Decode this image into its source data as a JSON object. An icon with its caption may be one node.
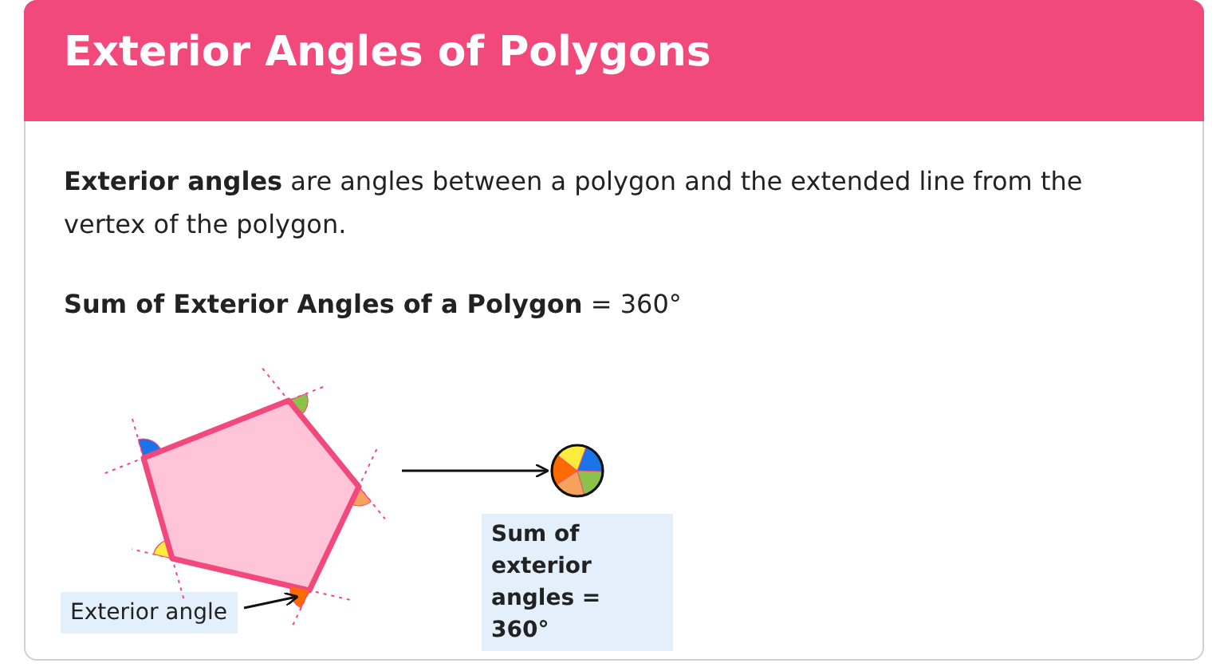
{
  "diagram": {
    "title": "Exterior Angles of Polygons",
    "nodes": [
      {
        "text": [],
        "shape": "picture"
      },
      {
        "text": [],
        "shape": "circle"
      },
      {
        "text": [
          "Sum of exterior angles = 360°"
        ]
      },
      {
        "text": [
          "Exterior angle"
        ]
      },
      {
        "text": [],
        "shape": "sector"
      }
    ],
    "edges": [
      {
        "from": 0,
        "to": 1,
        "arrow": "to"
      },
      {
        "from": 3,
        "to": 4,
        "arrow": "to"
      }
    ],
    "labels": [
      "**Exterior angles** are angles between a polygon and the extended line from the vertex of the polygon.",
      "**Sum of Exterior Angles of a Polygon** = 360°"
    ]
  }
}
